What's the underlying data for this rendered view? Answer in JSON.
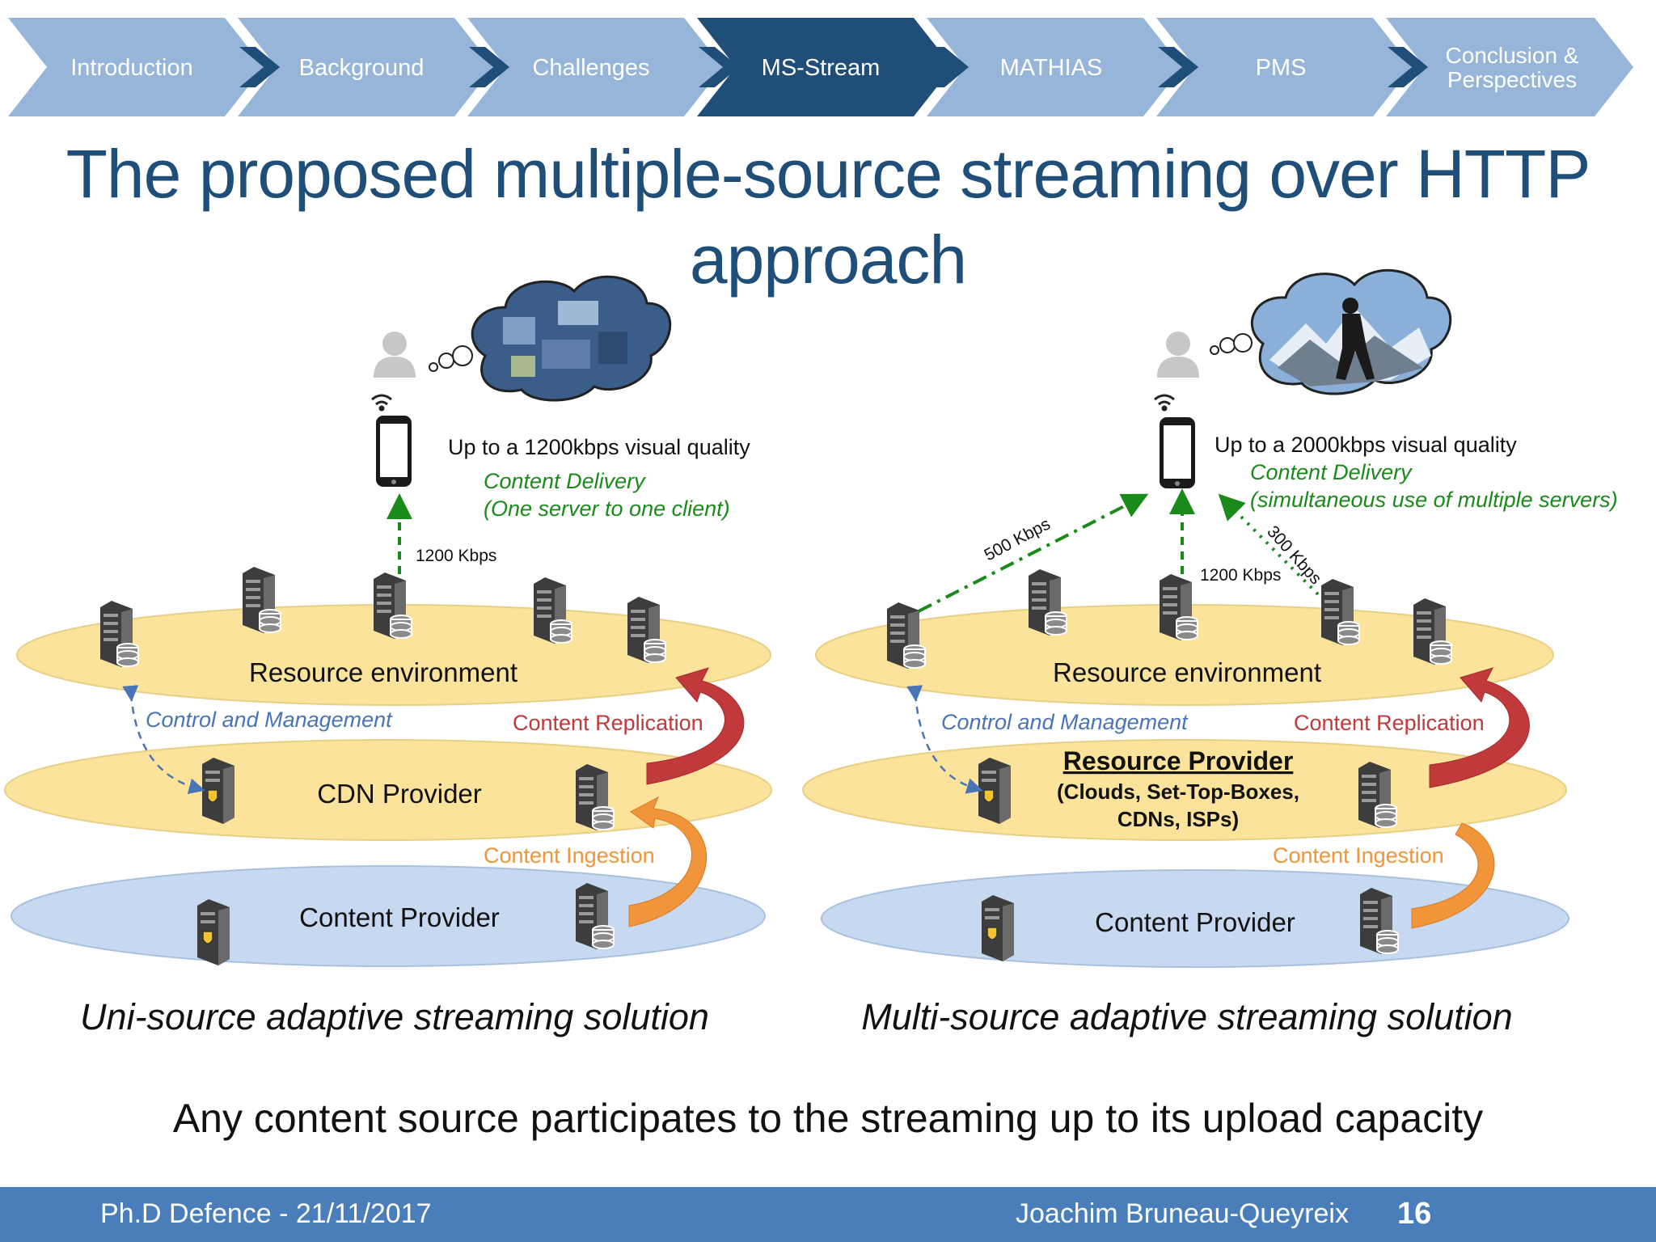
{
  "nav": {
    "sections": [
      "Introduction",
      "Background",
      "Challenges",
      "MS-Stream",
      "MATHIAS",
      "PMS",
      "Conclusion &",
      "Perspectives"
    ],
    "active": "MS-Stream",
    "colors": {
      "inactive": "#97b4d9",
      "active": "#1f4e79",
      "chevron": "#1f4e79"
    }
  },
  "title": {
    "line1": "The proposed multiple-source streaming over HTTP",
    "line2": "approach"
  },
  "left": {
    "quality": "Up to a 1200kbps visual quality",
    "delivery": "Content Delivery",
    "delivery_note": "(One server to one client)",
    "rate": "1200 Kbps",
    "resource_env": "Resource environment",
    "control": "Control and Management",
    "replication": "Content Replication",
    "provider": "CDN Provider",
    "ingestion": "Content Ingestion",
    "content_provider": "Content Provider",
    "caption": "Uni-source adaptive streaming solution"
  },
  "right": {
    "quality": "Up to a 2000kbps visual quality",
    "delivery": "Content Delivery",
    "delivery_note": "(simultaneous use of multiple servers)",
    "rate_left": "500 Kbps",
    "rate_center": "1200 Kbps",
    "rate_right": "300 Kbps",
    "resource_env": "Resource environment",
    "control": "Control and Management",
    "replication": "Content Replication",
    "provider_title": "Resource Provider",
    "provider_line2": "(Clouds, Set-Top-Boxes,",
    "provider_line3": "CDNs, ISPs)",
    "ingestion": "Content Ingestion",
    "content_provider": "Content Provider",
    "caption": "Multi-source adaptive streaming solution"
  },
  "bottom_text": "Any content source participates to the streaming up to its upload capacity",
  "footer": {
    "left": "Ph.D Defence - 21/11/2017",
    "author": "Joachim Bruneau-Queyreix",
    "page": "16"
  },
  "colors": {
    "yellow_layer": "#fbe39c",
    "blue_layer": "#c6d9f1",
    "delivery_green": "#1a8a1a",
    "control_blue": "#4a74b8",
    "replication_red": "#c0393b",
    "ingestion_orange": "#f0953a",
    "footer_bg": "#4a7ebb"
  },
  "icons": [
    "server-icon",
    "shield-server-icon",
    "user-icon",
    "smartphone-icon",
    "wifi-icon",
    "thought-bubble-icon"
  ]
}
